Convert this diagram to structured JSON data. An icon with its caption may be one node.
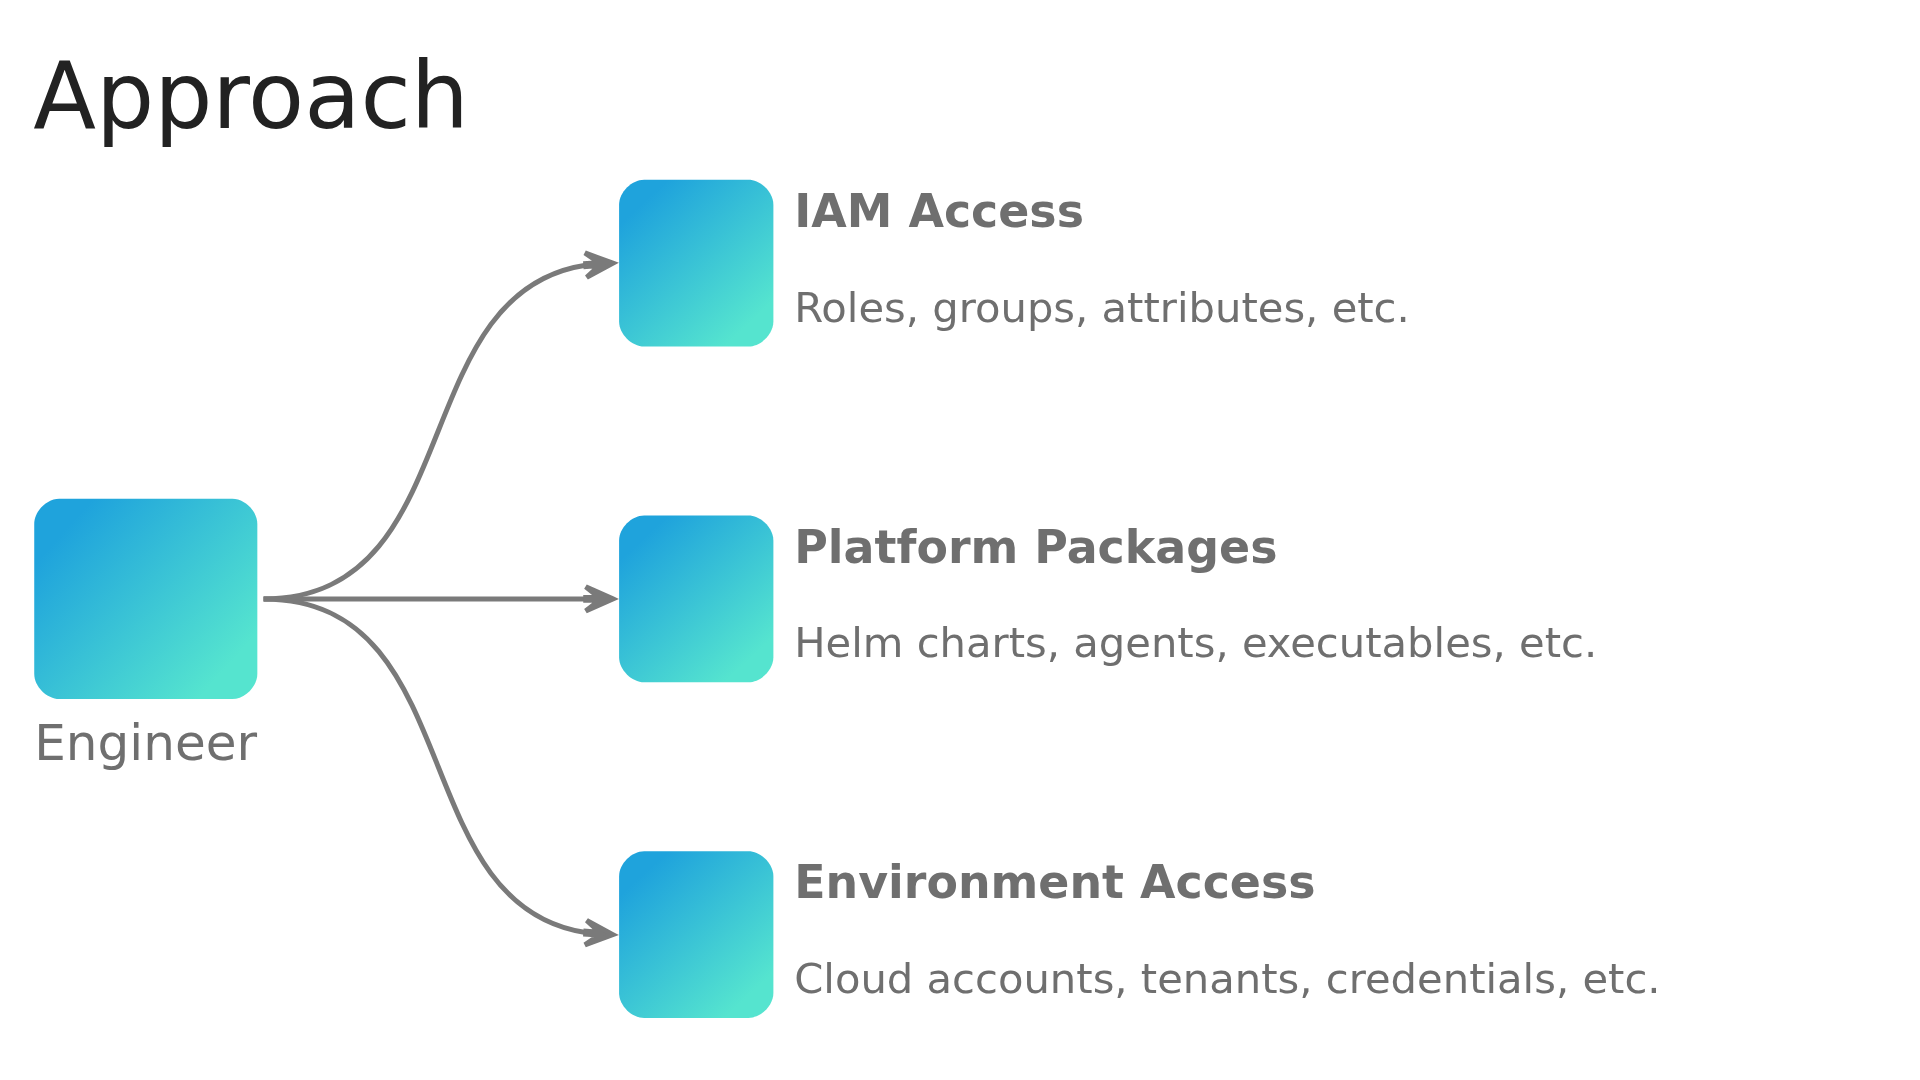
{
  "diagram": {
    "title": "Approach",
    "nodes": [
      {
        "text": [
          "Engineer"
        ]
      },
      {
        "text": [
          "IAM Access",
          "Roles, groups, attributes, etc."
        ]
      },
      {
        "text": [
          "Platform Packages",
          "Helm charts, agents, executables, etc."
        ]
      },
      {
        "text": [
          "Environment Access",
          "Cloud accounts, tenants, credentials, etc."
        ]
      }
    ],
    "edges": [
      {
        "from": 0,
        "to": 1,
        "arrow": "to"
      },
      {
        "from": 0,
        "to": 2,
        "arrow": "to"
      },
      {
        "from": 0,
        "to": 3,
        "arrow": "to"
      }
    ]
  }
}
